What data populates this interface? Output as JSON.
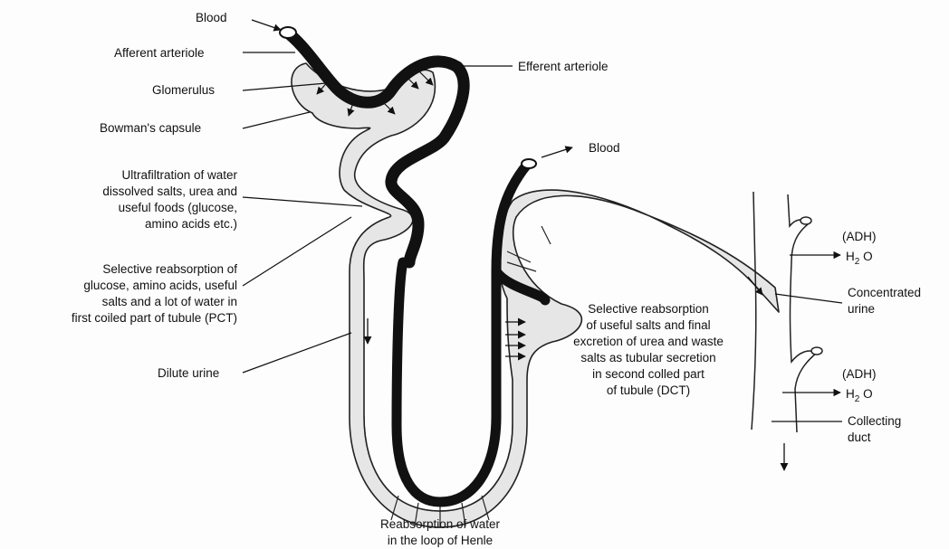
{
  "labels": {
    "blood_top": "Blood",
    "afferent": "Afferent arteriole",
    "efferent": "Efferent arteriole",
    "glomerulus": "Glomerulus",
    "bowman": "Bowman's capsule",
    "blood_right": "Blood",
    "ultrafiltration": [
      "Ultrafiltration of water",
      "dissolved salts, urea and",
      "useful foods (glucose,",
      "amino acids etc.)"
    ],
    "pct": [
      "Selective reabsorption of",
      "glucose, amino acids, useful",
      "salts and a lot of water in",
      "first coiled part of tubule (PCT)"
    ],
    "dilute": "Dilute urine",
    "dct": [
      "Selective reabsorption",
      "of useful salts and final",
      "excretion of urea and waste",
      "salts as tubular secretion",
      "in second colled part",
      "of tubule (DCT)"
    ],
    "adh": "(ADH)",
    "water": "H",
    "water_sub": "2",
    "water_end": " O",
    "concentrated": [
      "Concentrated",
      "urine"
    ],
    "collecting": [
      "Collecting",
      "duct"
    ],
    "henle": [
      "Reabsorption of water",
      "in the loop of Henle"
    ]
  },
  "colors": {
    "tubule_fill": "#e6e6e6",
    "vessel": "#111111",
    "text": "#111111"
  }
}
